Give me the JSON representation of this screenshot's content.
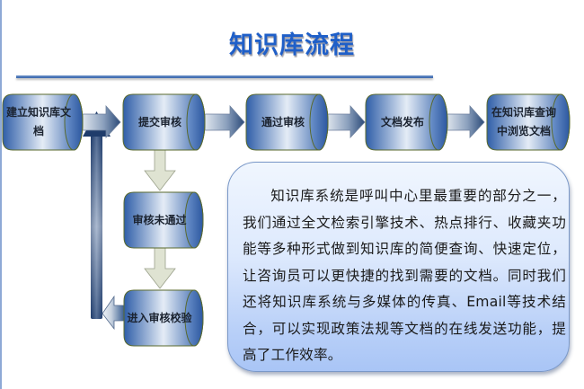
{
  "title": "知识库流程",
  "nodes": [
    {
      "id": "create",
      "label": "建立知识库文档"
    },
    {
      "id": "submit",
      "label": "提交审核"
    },
    {
      "id": "approved",
      "label": "通过审核"
    },
    {
      "id": "publish",
      "label": "文档发布"
    },
    {
      "id": "browse",
      "label": "在知识库查询中浏览文档"
    },
    {
      "id": "rejected",
      "label": "审核未通过"
    },
    {
      "id": "recheck",
      "label": "进入审核校验"
    }
  ],
  "edges": [
    {
      "from": "create",
      "to": "submit"
    },
    {
      "from": "submit",
      "to": "approved"
    },
    {
      "from": "approved",
      "to": "publish"
    },
    {
      "from": "publish",
      "to": "browse"
    },
    {
      "from": "submit",
      "to": "rejected"
    },
    {
      "from": "rejected",
      "to": "recheck"
    },
    {
      "from": "recheck",
      "to": "submit"
    }
  ],
  "description": "知识库系统是呼叫中心里最重要的部分之一，我们通过全文检索引擎技术、热点排行、收藏夹功能等多种形式做到知识库的简便查询、快速定位，让咨询员可以更快捷的找到需要的文档。同时我们还将知识库系统与多媒体的传真、Email等技术结合，可以实现政策法规等文档的在线发送功能，提高了工作效率。",
  "colors": {
    "title": "#1f5fc8",
    "node_dark": "#2f5ea8",
    "node_light": "#e4ecf6",
    "node_outline": "#5a6a2e",
    "arrow_dark": "#2b4a78",
    "arrow_light": "#dfe6ee",
    "down_arrow": "#dfe3d2",
    "panel_top": "#f0f6fe",
    "panel_bottom": "#a9c5f6"
  }
}
